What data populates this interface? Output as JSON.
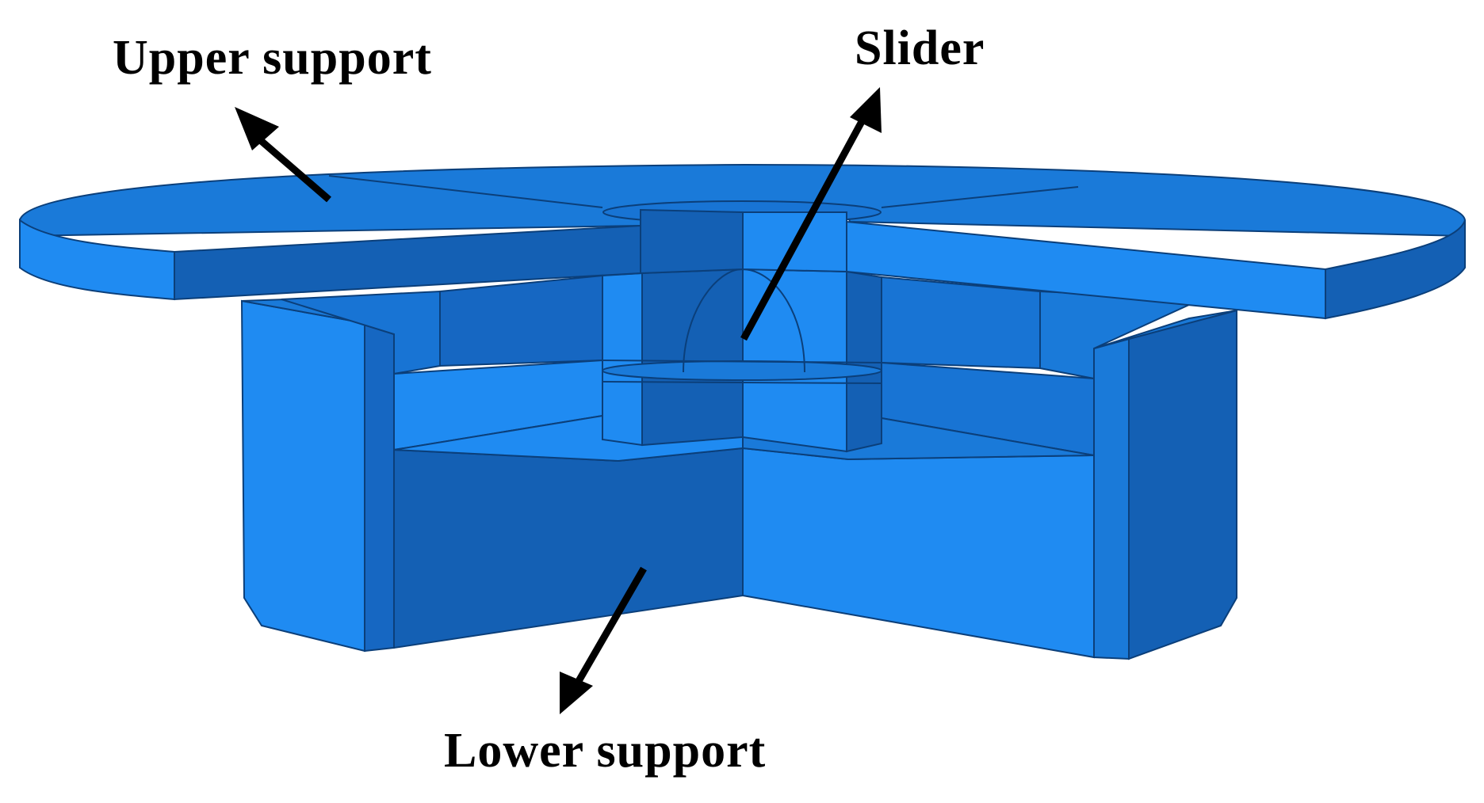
{
  "labels": {
    "upper_support": "Upper support",
    "slider": "Slider",
    "lower_support": "Lower support"
  },
  "colors": {
    "face_light": "#1f8bf2",
    "face_mid": "#1874d4",
    "face_dark": "#1362b8",
    "face_darker": "#0f56a3",
    "edge": "#0b3f7a",
    "arrow": "#000000",
    "background": "#ffffff"
  }
}
